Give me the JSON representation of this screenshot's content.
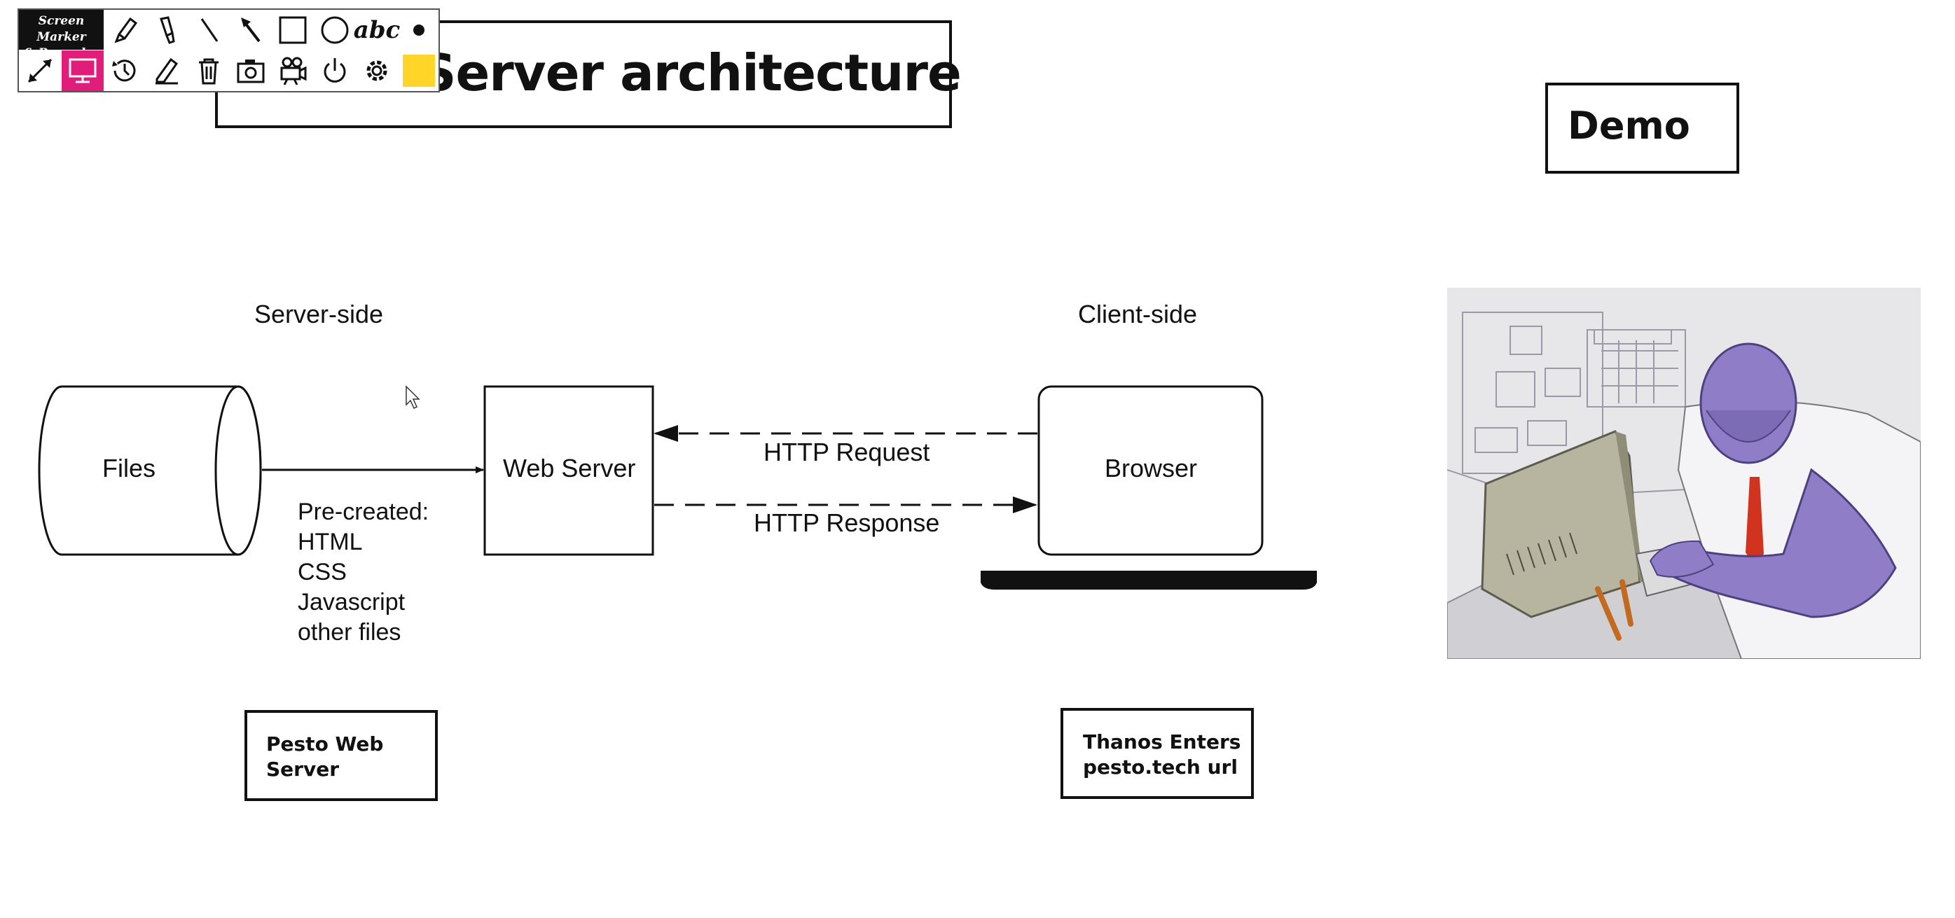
{
  "slide": {
    "title": "Client-Server architecture",
    "demo_label": "Demo",
    "server_side_label": "Server-side",
    "client_side_label": "Client-side"
  },
  "diagram": {
    "files_label": "Files",
    "web_server_label": "Web Server",
    "browser_label": "Browser",
    "http_request_label": "HTTP Request",
    "http_response_label": "HTTP Response",
    "precreated": [
      "Pre-created:",
      "HTML",
      "CSS",
      "Javascript",
      "other files"
    ]
  },
  "callouts": {
    "pesto": [
      "Pesto Web",
      "Server"
    ],
    "thanos": [
      "Thanos Enters",
      "pesto.tech url"
    ]
  },
  "toolbar": {
    "logo_line1": "Screen Marker",
    "logo_line2": "& Recorder",
    "text_tool": "abc",
    "color": "#ffd52a",
    "icons_row1": [
      "pencil-icon",
      "highlighter-icon",
      "line-icon",
      "arrow-icon",
      "rectangle-icon",
      "circle-icon",
      "text-icon",
      "dot-size-icon"
    ],
    "icons_row2": [
      "collapse-icon",
      "screen-icon",
      "history-icon",
      "eraser-icon",
      "trash-icon",
      "camera-icon",
      "video-camera-icon",
      "power-icon",
      "settings-icon",
      "color-swatch"
    ]
  }
}
